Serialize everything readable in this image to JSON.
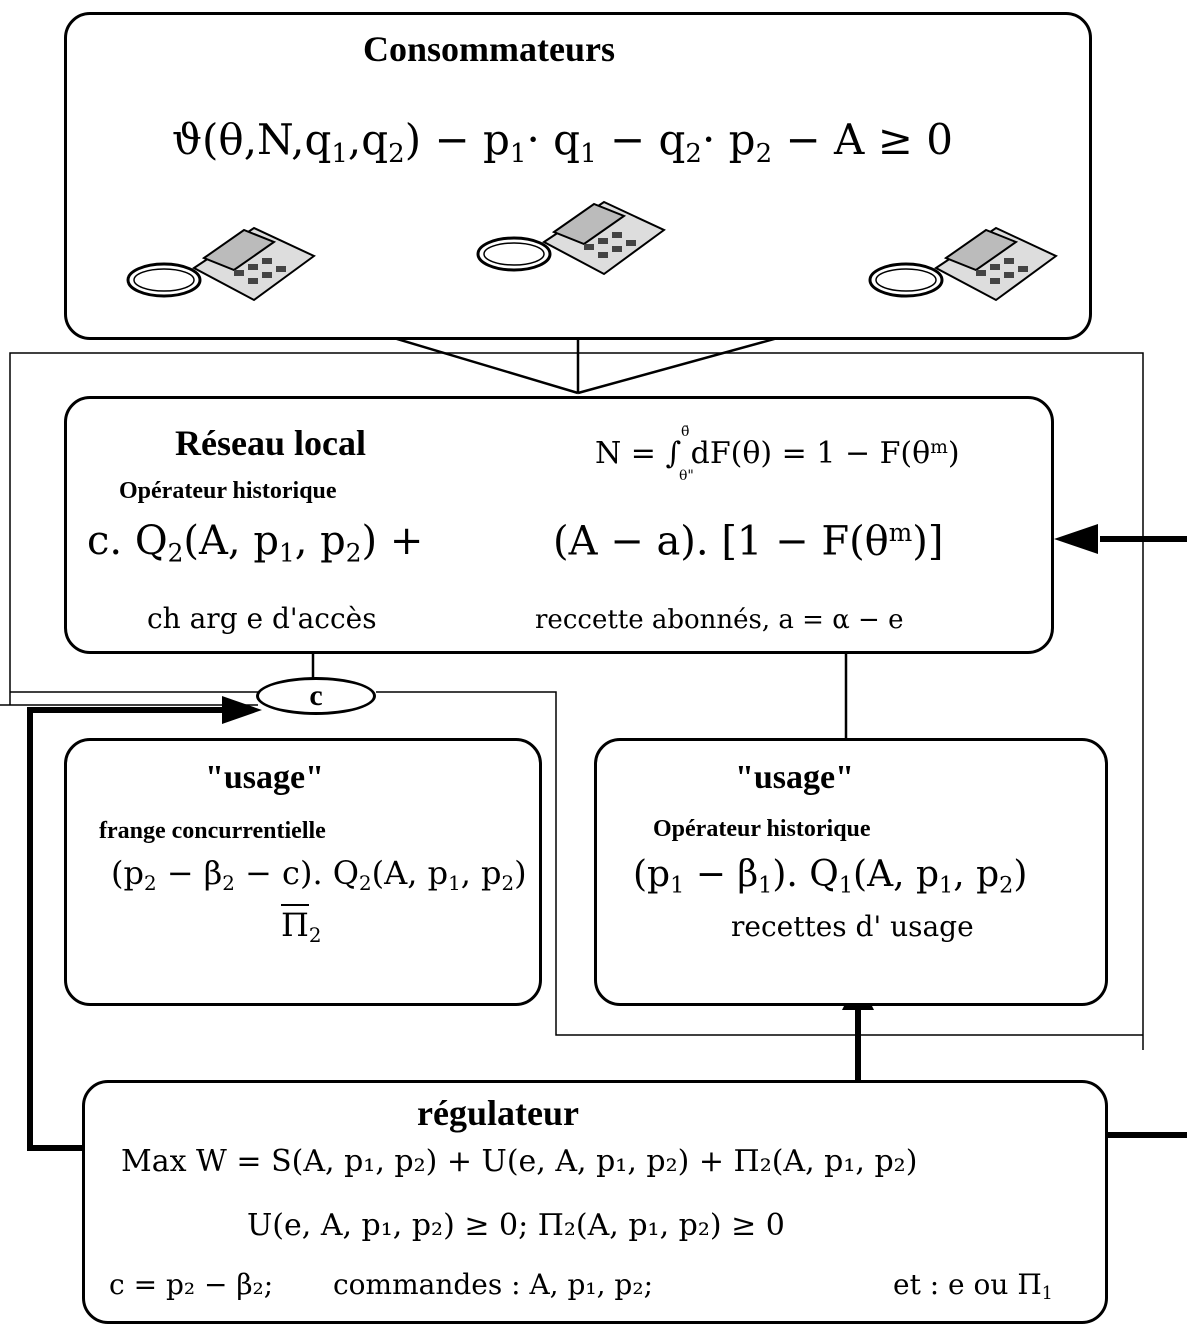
{
  "consumers": {
    "title": "Consommateurs",
    "equation": {
      "prefix": "ϑ(θ,N,q",
      "s1": "1",
      "mid1": ",q",
      "s2": "2",
      "mid2": ") − p",
      "s3": "1",
      "mid3": "· q",
      "s4": "1",
      "mid4": " − q",
      "s5": "2",
      "mid5": "· p",
      "s6": "2",
      "tail": " − A ≥ 0"
    },
    "phone_icon": "telephone-icon"
  },
  "local_network": {
    "title": "Réseau local",
    "subtitle": "Opérateur historique",
    "n_formula": "N = ∫ dF(θ) = 1 − F(θ",
    "n_formula_upper": "θ̄",
    "n_formula_lower": "θ\"",
    "n_formula_sup": "m",
    "n_formula_close": ")",
    "main_left": "c. Q",
    "main_left_sub": "2",
    "main_left_args": "(A, p",
    "main_left_args_sub1": "1",
    "main_left_args2": ", p",
    "main_left_args_sub2": "2",
    "main_left_close": ") +",
    "main_right": "(A − a). [1 − F(θ",
    "main_right_sup": "m",
    "main_right_close": ")]",
    "label_left": "ch arg e d'accès",
    "label_right": "reccette abonnés, a = α − e"
  },
  "node_c": {
    "label": "c"
  },
  "usage_left": {
    "title": "\"usage\"",
    "subtitle": "frange concurrentielle",
    "formula_a": "(p",
    "formula_a_sub": "2",
    "formula_b": " − β",
    "formula_b_sub": "2",
    "formula_c": " − c). Q",
    "formula_c_sub": "2",
    "formula_d": "(A, p",
    "formula_d_sub": "1",
    "formula_e": ", p",
    "formula_e_sub": "2",
    "formula_f": ")",
    "label": "Π",
    "label_sub": "2"
  },
  "usage_right": {
    "title": "\"usage\"",
    "subtitle": "Opérateur historique",
    "formula_a": "(p",
    "formula_a_sub": "1",
    "formula_b": " − β",
    "formula_b_sub": "1",
    "formula_c": "). Q",
    "formula_c_sub": "1",
    "formula_d": "(A, p",
    "formula_d_sub": "1",
    "formula_e": ", p",
    "formula_e_sub": "2",
    "formula_f": ")",
    "label": "recettes d' usage"
  },
  "regulator": {
    "title": "régulateur",
    "line1": "Max W = S(A, p₁, p₂) + U(e, A, p₁, p₂) + Π₂(A, p₁, p₂)",
    "line2": "U(e, A, p₁, p₂) ≥ 0;     Π₂(A, p₁, p₂) ≥ 0",
    "line3_a": "c = p₂ − β₂;",
    "line3_b": "commandes : A, p₁, p₂;",
    "line3_c": "et : e ou Π",
    "line3_c_sub": "1"
  }
}
